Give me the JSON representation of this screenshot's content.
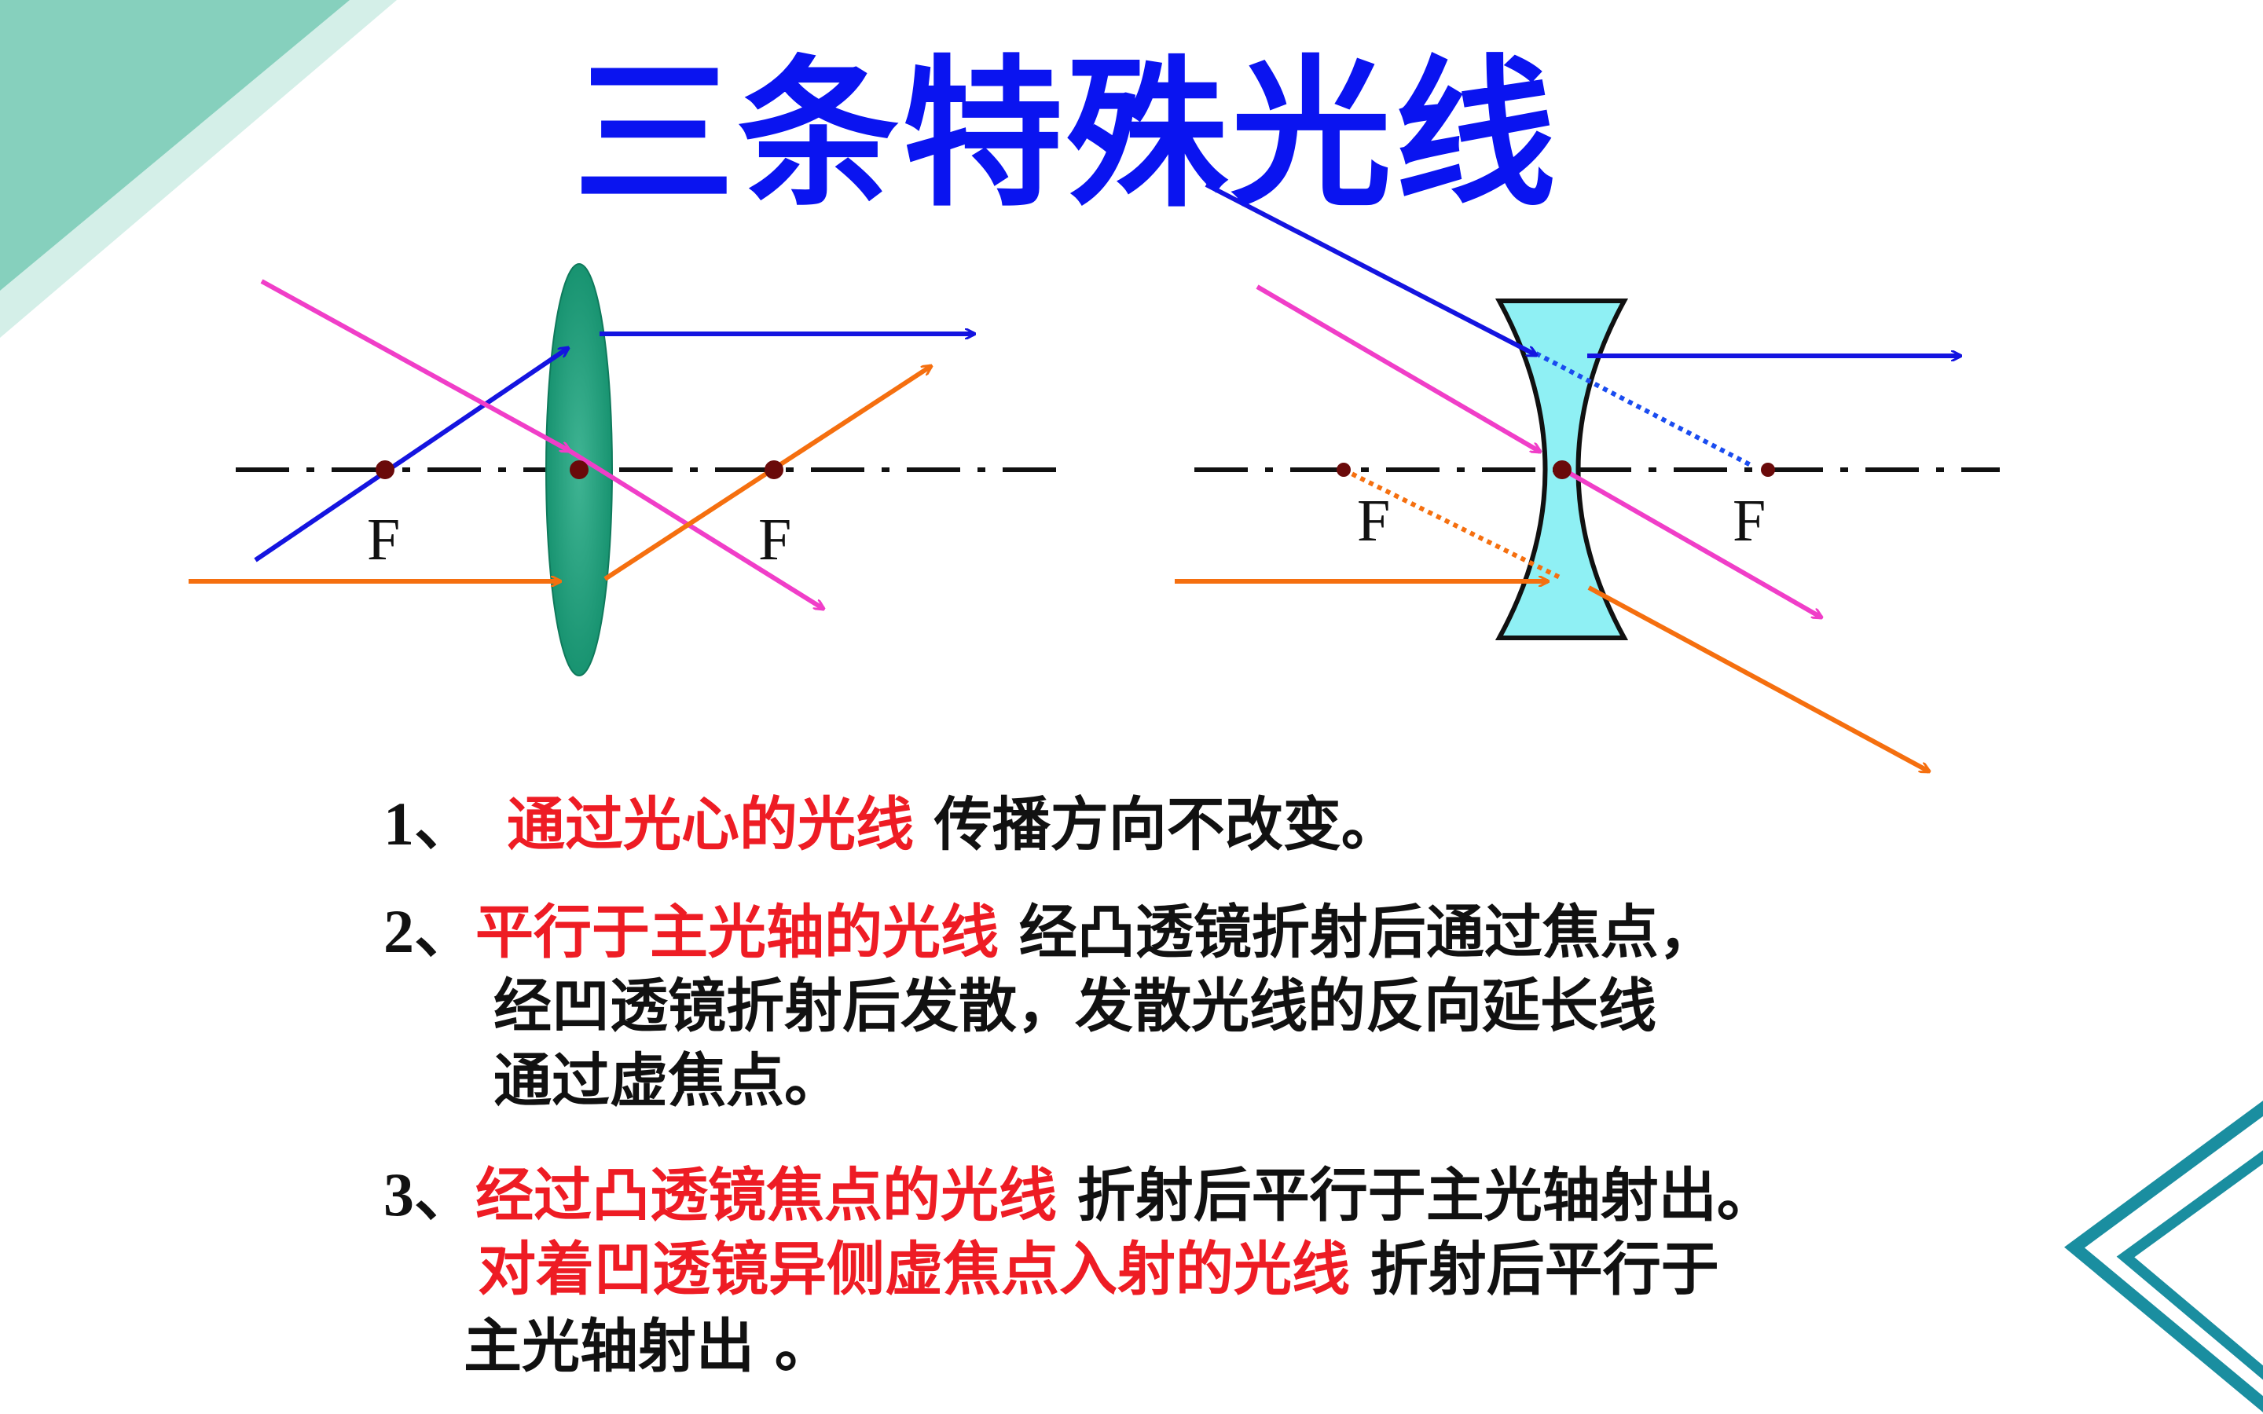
{
  "title": {
    "text": "三条特殊光线",
    "color": "#0a14f0"
  },
  "diagram": {
    "convex_lens": {
      "focus_left_label": "F",
      "focus_right_label": "F",
      "lens_color": "#1a9a78"
    },
    "concave_lens": {
      "focus_left_label": "F",
      "focus_right_label": "F",
      "lens_color": "#8ff0f4"
    },
    "ray_colors": {
      "through_center": "#f03ec8",
      "parallel_axis": "#1414e0",
      "through_focus": "#f56f0f"
    },
    "dot_color": "#6a0a0a"
  },
  "rules": {
    "rule1": {
      "num": "1、",
      "highlight": "通过光心的光线",
      "text": " 传播方向不改变。"
    },
    "rule2": {
      "num": "2、",
      "highlight": "平行于主光轴的光线",
      "text": " 经凸透镜折射后通过焦点，",
      "line2": "经凹透镜折射后发散，发散光线的反向延长线",
      "line3": "通过虚焦点。"
    },
    "rule3": {
      "num": "3、",
      "highlight": "经过凸透镜焦点的光线",
      "text": " 折射后平行于主光轴射出。",
      "highlight2": "对着凹透镜异侧虚焦点入射的光线",
      "text2": " 折射后平行于",
      "line3": "主光轴射出 。"
    }
  },
  "decor_colors": {
    "teal_dark": "#86d0bd",
    "teal_light": "#d4efe8",
    "chevron": "#1a8ea0"
  }
}
